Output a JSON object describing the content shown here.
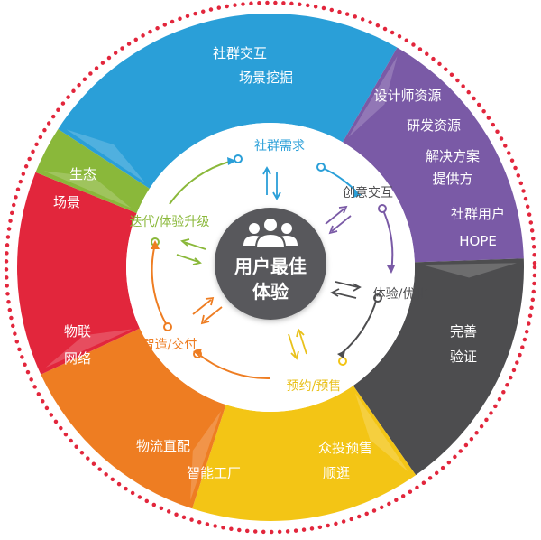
{
  "colors": {
    "blue": "#2a9fd8",
    "purple": "#7a5aa6",
    "gray": "#4d4d4f",
    "yellow": "#f3c515",
    "orange": "#ee7d22",
    "red": "#e2263c",
    "green": "#8ab83a",
    "center": "#58595b",
    "arrow_dark": "#4d4d4f",
    "arrow_blue": "#2a9fd8",
    "arrow_purple": "#7a5aa6",
    "arrow_yellow": "#e9c11a",
    "arrow_orange": "#ee7d22",
    "arrow_green": "#8ab83a"
  },
  "center": {
    "icon": "users-group-icon",
    "line1": "用户最佳",
    "line2": "体验"
  },
  "outer_segments": [
    {
      "id": "blue",
      "lines": [
        "社群交互",
        "场景挖掘"
      ]
    },
    {
      "id": "purple",
      "lines": [
        "设计师资源",
        "研发资源",
        "解决方案",
        "提供方",
        "社群用户",
        "HOPE"
      ]
    },
    {
      "id": "gray",
      "lines": [
        "完善",
        "验证"
      ]
    },
    {
      "id": "yellow",
      "lines": [
        "众投预售",
        "顺逛"
      ]
    },
    {
      "id": "orange",
      "lines": [
        "物流直配",
        "智能工厂"
      ]
    },
    {
      "id": "red",
      "lines": [
        "物联",
        "网络"
      ]
    },
    {
      "id": "green",
      "lines": [
        "生态",
        "场景"
      ]
    }
  ],
  "inner_stages": [
    {
      "id": "demand",
      "label": "社群需求"
    },
    {
      "id": "creative",
      "label": "创意交互"
    },
    {
      "id": "experience",
      "label": "体验/优化"
    },
    {
      "id": "presale",
      "label": "预约/预售"
    },
    {
      "id": "manufacture",
      "label": "智造/交付"
    },
    {
      "id": "iterate",
      "label": "迭代/体验升级"
    }
  ]
}
